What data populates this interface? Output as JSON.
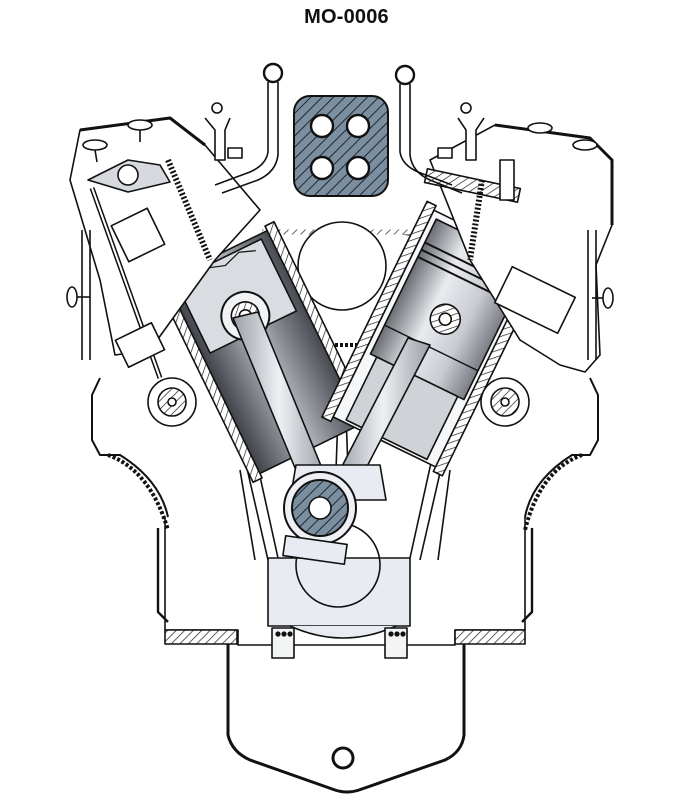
{
  "diagram": {
    "title": "MO-0006",
    "subject": "V-engine cross-section",
    "colors": {
      "line": "#111111",
      "hatch_fill": "#7c8fa0",
      "metal_light": "#e8ecf2",
      "metal_mid": "#b8bcc4",
      "metal_dark": "#5a5d63",
      "background": "#ffffff"
    },
    "components": [
      {
        "id": "exhaust-manifold",
        "label": "Exhaust manifold (4 ports)"
      },
      {
        "id": "left-pipe",
        "label": "Left pipe with ring"
      },
      {
        "id": "right-pipe",
        "label": "Right pipe with ring"
      },
      {
        "id": "left-cylinder",
        "label": "Left cylinder bank (cutaway piston)"
      },
      {
        "id": "right-cylinder",
        "label": "Right cylinder bank (piston)"
      },
      {
        "id": "connecting-rods",
        "label": "Connecting rods"
      },
      {
        "id": "crankshaft",
        "label": "Crankshaft journal"
      },
      {
        "id": "left-camshaft",
        "label": "Left camshaft"
      },
      {
        "id": "right-camshaft",
        "label": "Right camshaft"
      },
      {
        "id": "left-rocker",
        "label": "Left rocker arm & valve gear"
      },
      {
        "id": "right-head",
        "label": "Right cylinder head & valve cover"
      },
      {
        "id": "main-bearing-cap",
        "label": "Main bearing cap"
      },
      {
        "id": "oil-pan",
        "label": "Oil pan"
      },
      {
        "id": "drain-plug",
        "label": "Drain plug"
      }
    ]
  }
}
